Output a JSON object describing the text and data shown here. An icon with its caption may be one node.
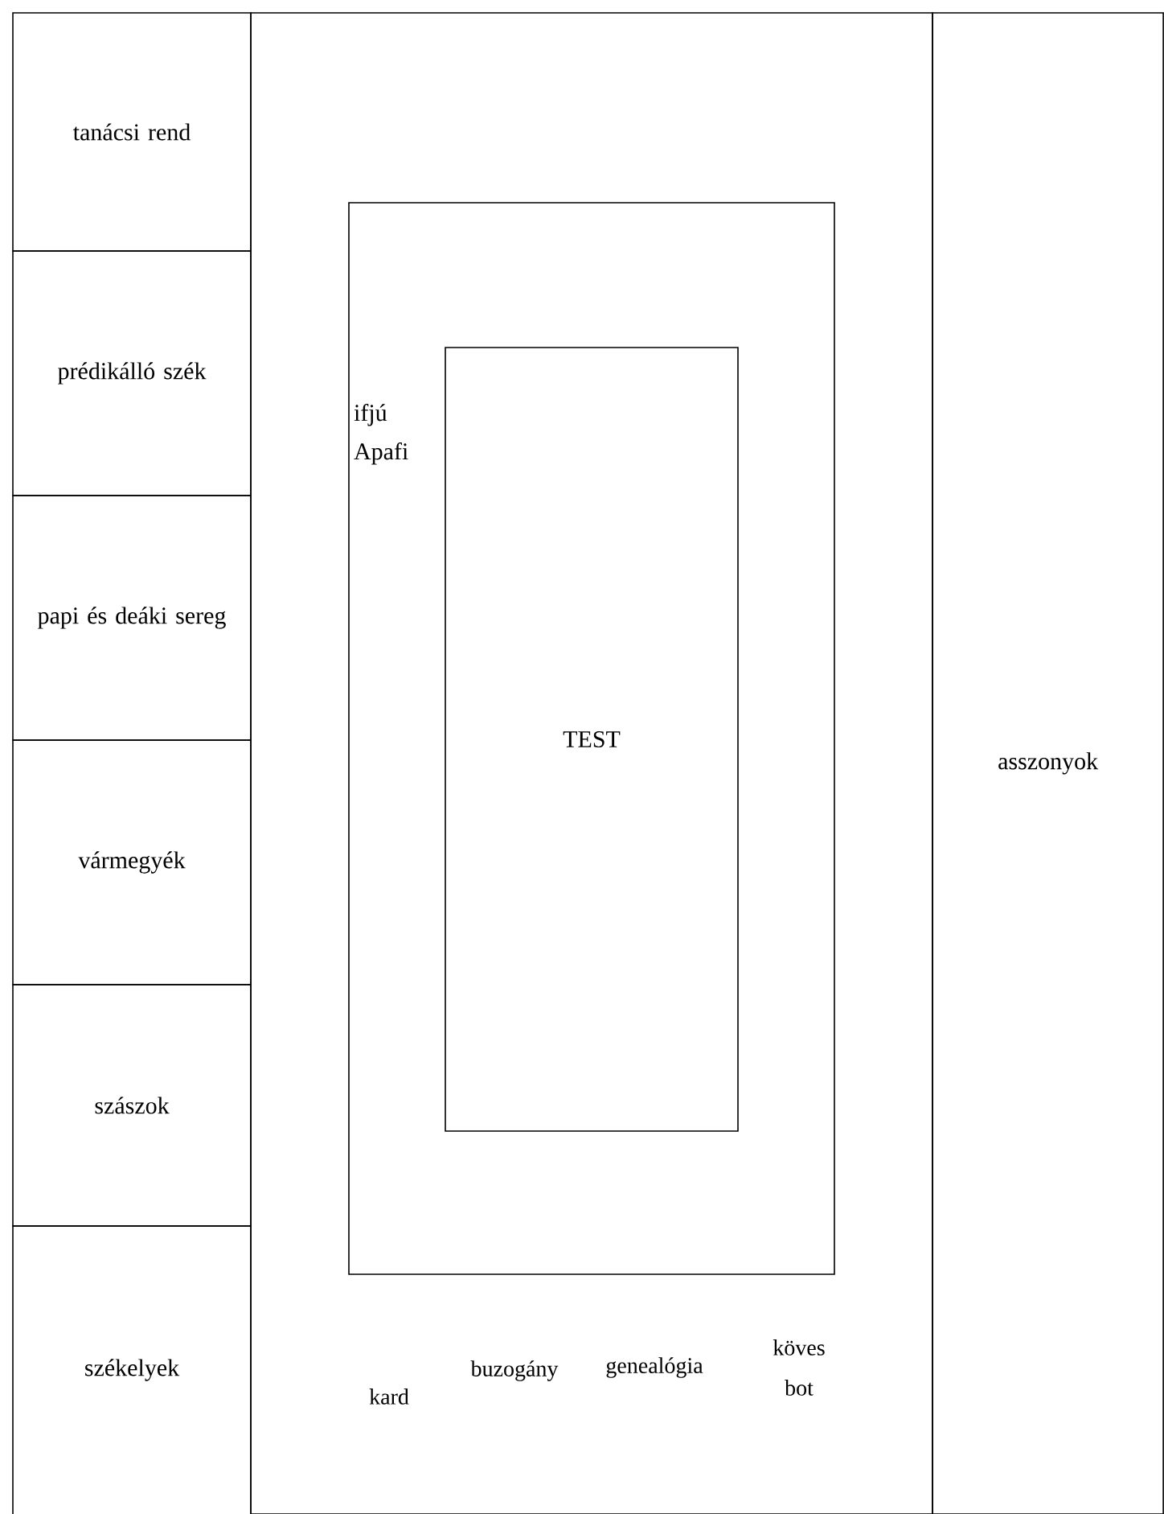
{
  "diagram": {
    "nodes": [
      {
        "text": [
          "tanácsi rend"
        ]
      },
      {
        "text": [
          "prédikálló szék"
        ]
      },
      {
        "text": [
          "papi és deáki sereg"
        ]
      },
      {
        "text": [
          "vármegyék"
        ]
      },
      {
        "text": [
          "szászok"
        ]
      },
      {
        "text": [
          "székelyek"
        ]
      },
      {
        "text": [],
        "shape": "box"
      },
      {
        "text": [
          "ifjú Apafi"
        ],
        "in": 6
      },
      {
        "text": [
          "TEST"
        ],
        "in": 7
      },
      {
        "text": [
          "asszonyok"
        ]
      }
    ],
    "labels": [
      "kard",
      "buzogány",
      "genealógia",
      "köves bot"
    ]
  }
}
